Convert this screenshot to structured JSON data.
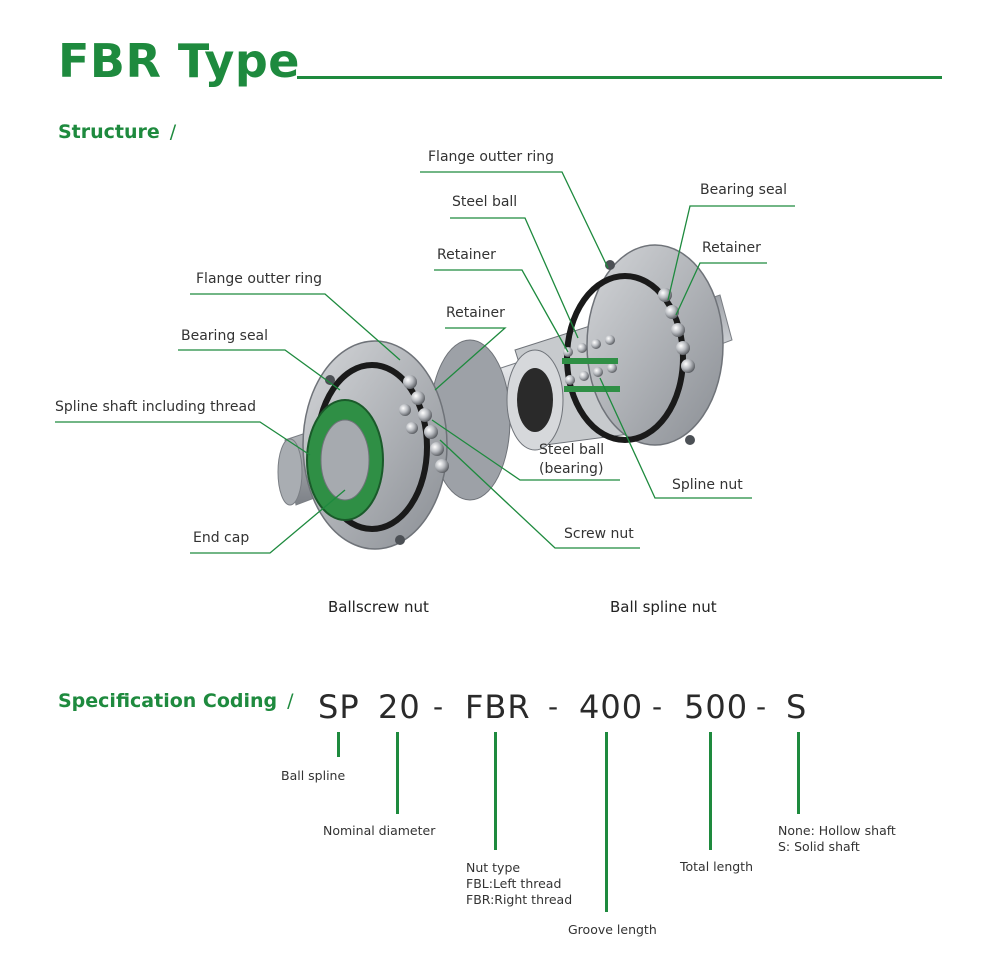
{
  "title": "FBR Type",
  "structure": {
    "heading": "Structure",
    "slash": "/",
    "callouts": {
      "flange_outer_ring_left": "Flange outter ring",
      "bearing_seal_left": "Bearing seal",
      "spline_shaft_thread": "Spline shaft including thread",
      "end_cap": "End cap",
      "retainer_left": "Retainer",
      "flange_outer_ring_right": "Flange outter ring",
      "steel_ball_top": "Steel ball",
      "retainer_middle": "Retainer",
      "bearing_seal_right": "Bearing seal",
      "retainer_right": "Retainer",
      "steel_ball_bearing_line1": "Steel ball",
      "steel_ball_bearing_line2": "(bearing)",
      "spline_nut": "Spline nut",
      "screw_nut": "Screw nut"
    },
    "captions": {
      "ballscrew_nut": "Ballscrew nut",
      "ball_spline_nut": "Ball spline nut"
    }
  },
  "spec": {
    "heading": "Specification Coding",
    "slash": "/",
    "code_parts": [
      "SP",
      "20",
      "FBR",
      "400",
      "500",
      "S"
    ],
    "separator": "-",
    "descriptions": {
      "sp": [
        "Ball spline"
      ],
      "diameter": [
        "Nominal diameter"
      ],
      "nut_type": [
        "Nut type",
        "FBL:Left thread",
        "FBR:Right thread"
      ],
      "groove": [
        "Groove length"
      ],
      "total": [
        "Total length"
      ],
      "shaft": [
        "None: Hollow shaft",
        "S: Solid shaft"
      ]
    }
  },
  "colors": {
    "accent": "#1e8a3e",
    "metal": "#b9bcc1",
    "metal_dark": "#8c9096",
    "ring_dark": "#1a1a1a"
  }
}
